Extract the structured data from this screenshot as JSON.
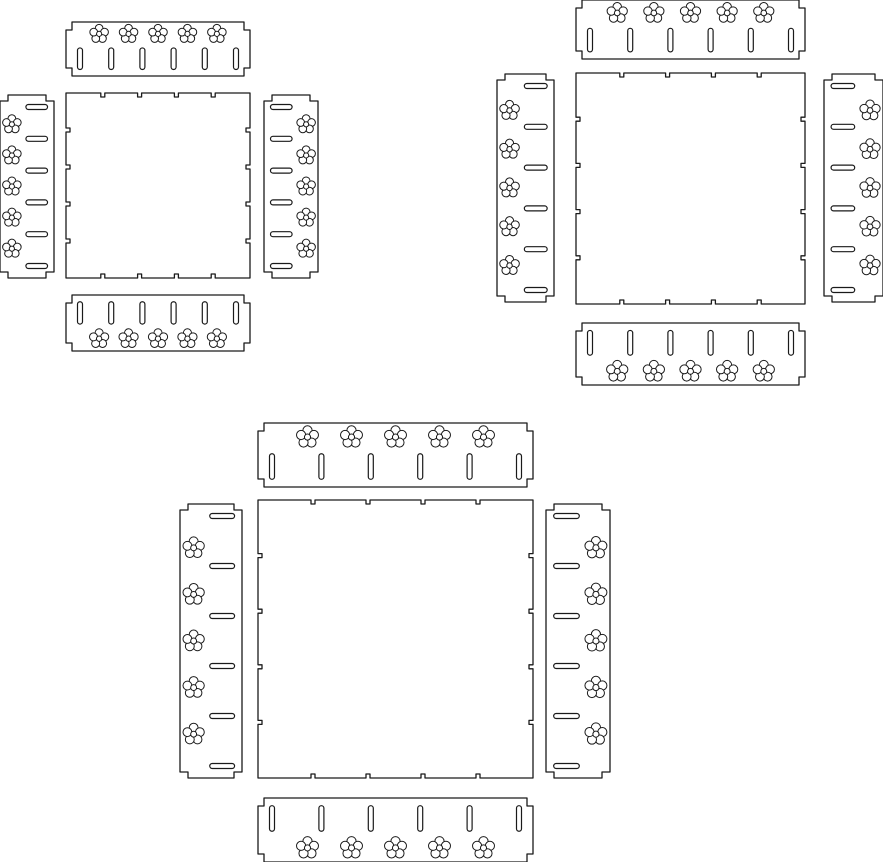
{
  "figure": {
    "kind": "laser-cut box template",
    "line_color": "#1a1a1a",
    "background": "#ffffff",
    "sets": [
      {
        "id": "set-1",
        "panels": [
          "base",
          "side-top",
          "side-bottom",
          "side-left",
          "side-right"
        ],
        "slots_per_side": 6,
        "flowers_per_side": 5
      },
      {
        "id": "set-2",
        "panels": [
          "base",
          "side-top",
          "side-bottom",
          "side-left",
          "side-right"
        ],
        "slots_per_side": 6,
        "flowers_per_side": 5
      },
      {
        "id": "set-3",
        "panels": [
          "base",
          "side-top",
          "side-bottom",
          "side-left",
          "side-right"
        ],
        "slots_per_side": 6,
        "flowers_per_side": 5
      }
    ]
  }
}
